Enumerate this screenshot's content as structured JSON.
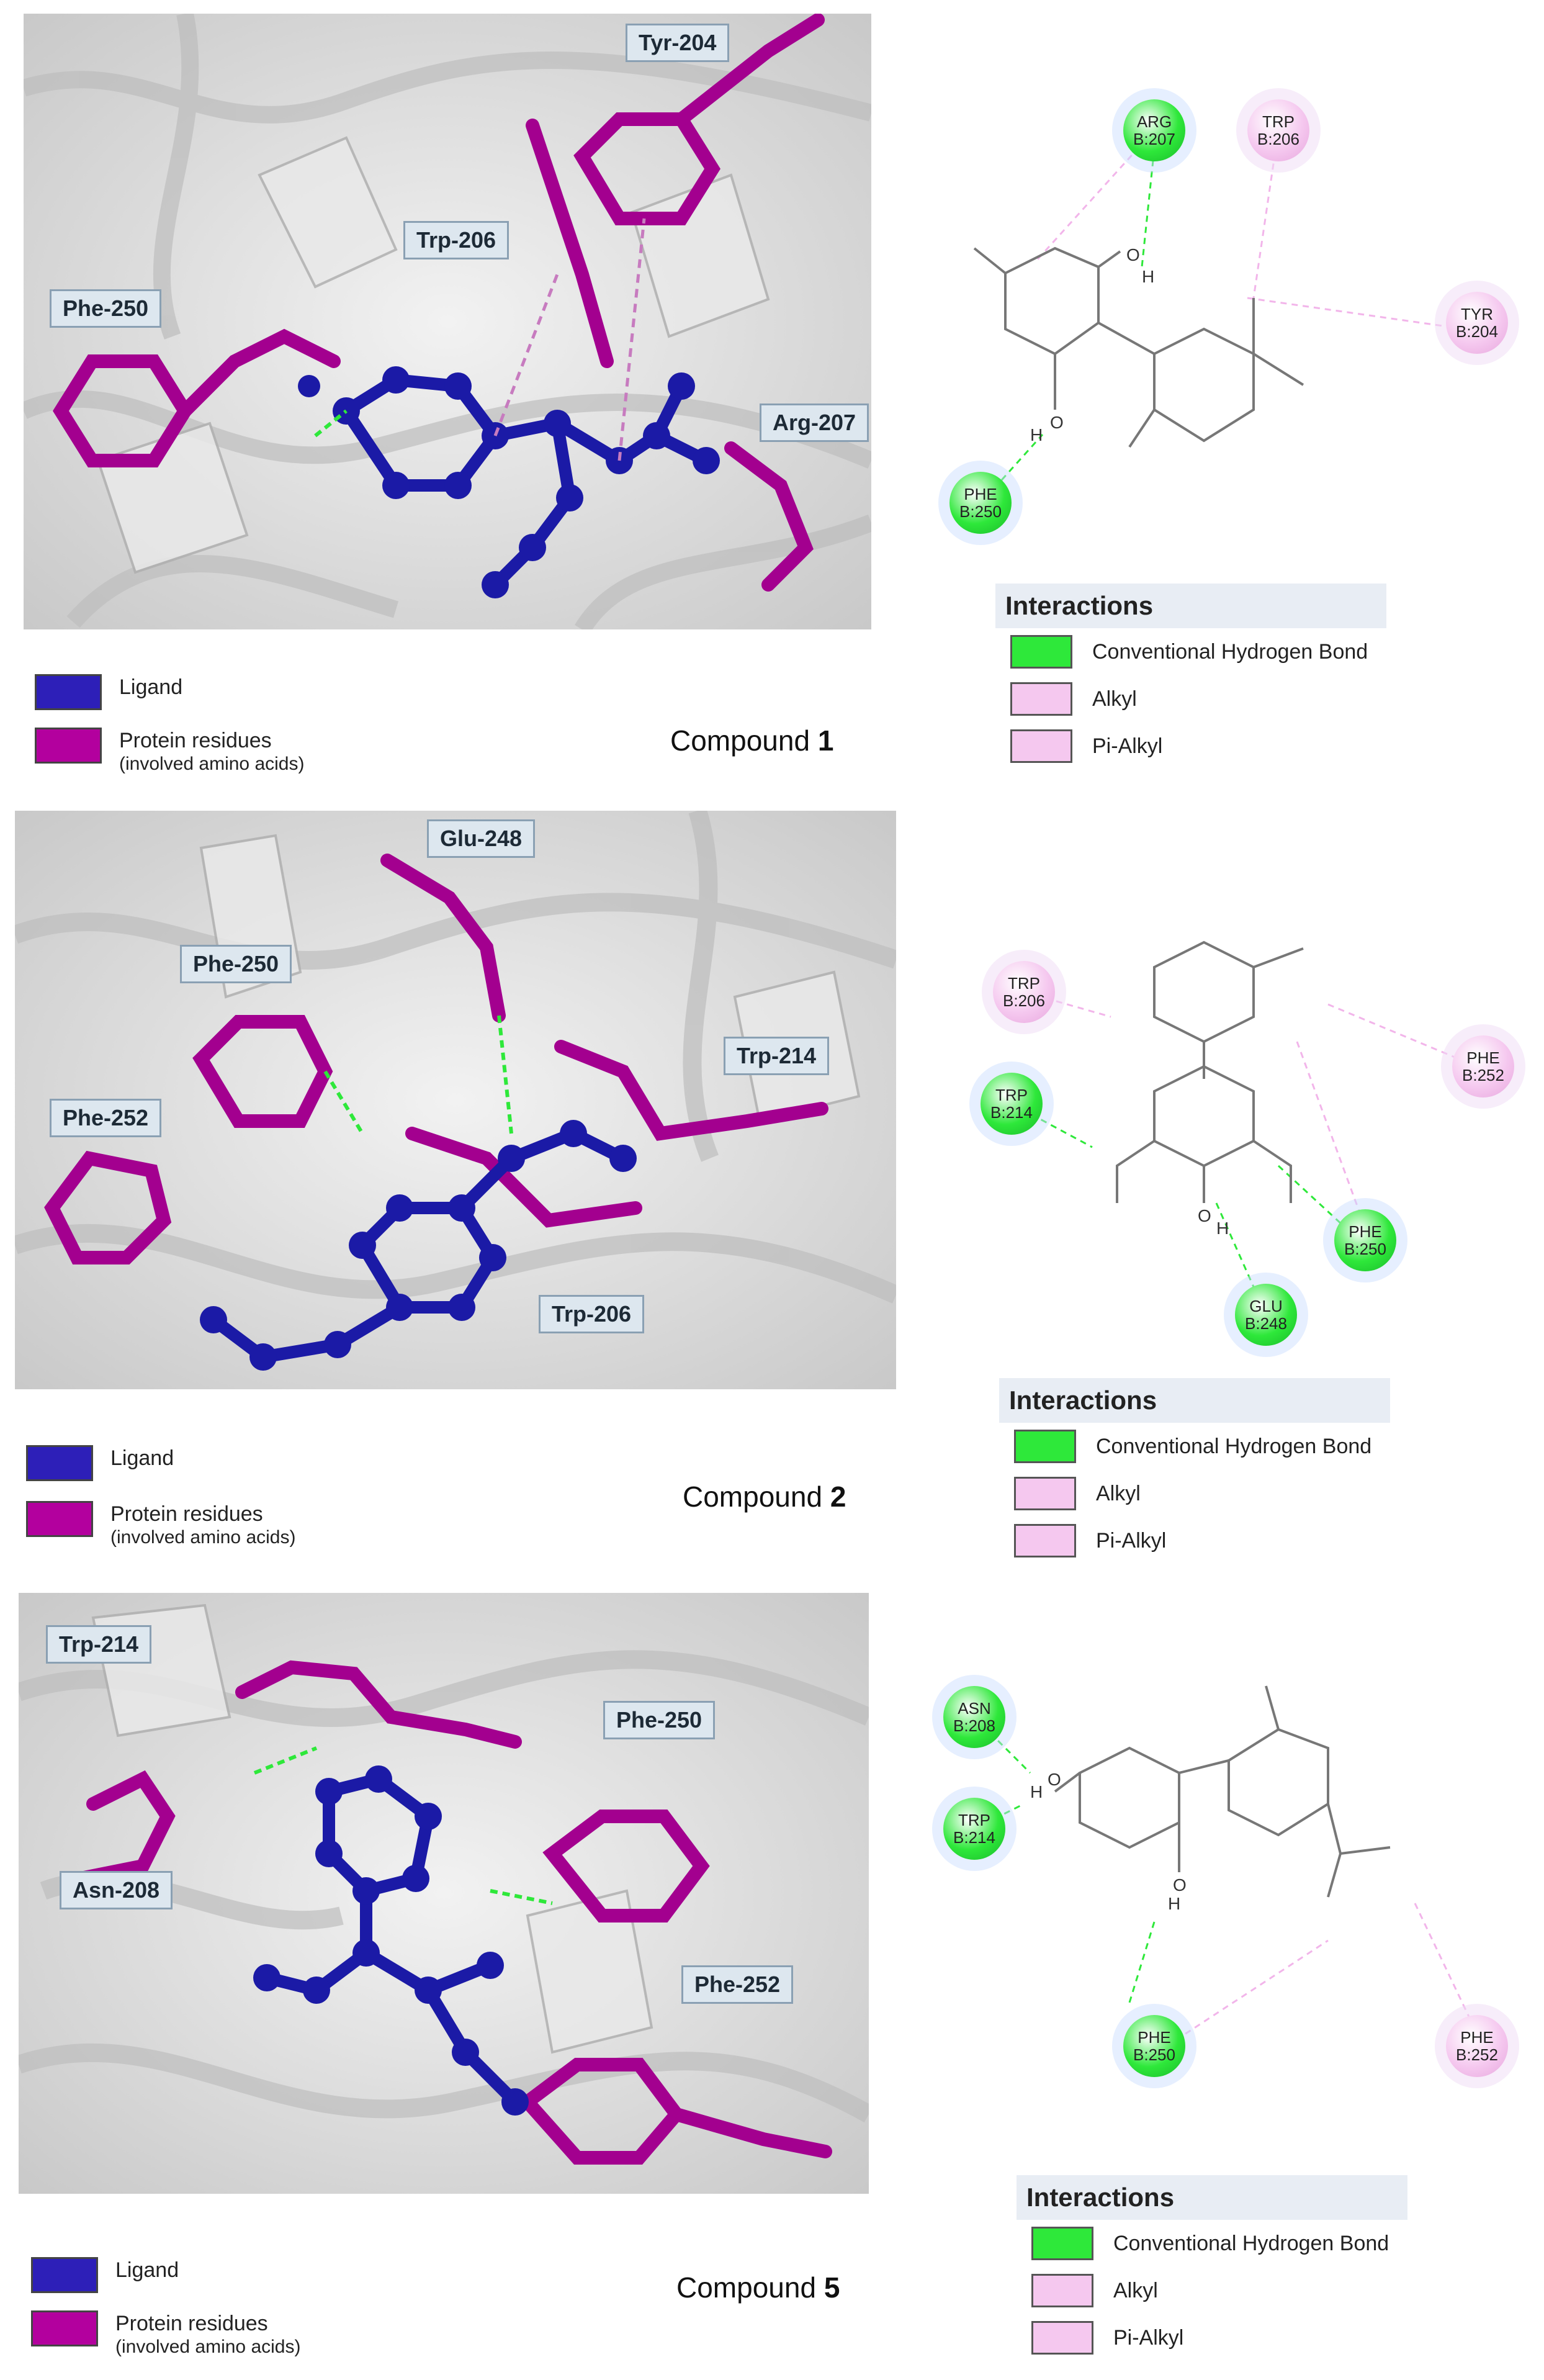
{
  "colors": {
    "ligand": "#2d1fb8",
    "protein": "#b3009e",
    "hbond": "#2ee83a",
    "alkyl": "#f5c8ef",
    "pialkyl": "#f5c8ef",
    "callout_bg": "#dde7ef",
    "interactions_bg": "#e8edf4"
  },
  "legend": {
    "ligand": "Ligand",
    "protein": "Protein residues",
    "protein_sub": "(involved amino acids)"
  },
  "interactions": {
    "title": "Interactions",
    "items": [
      "Conventional Hydrogen Bond",
      "Alkyl",
      "Pi-Alkyl"
    ]
  },
  "panels": [
    {
      "compound_prefix": "Compound",
      "compound_number": "1",
      "callouts": [
        "Tyr-204",
        "Trp-206",
        "Phe-250",
        "Arg-207"
      ],
      "residues": [
        {
          "name": "ARG",
          "chain": "B:207",
          "type": "hbond"
        },
        {
          "name": "TRP",
          "chain": "B:206",
          "type": "alkyl"
        },
        {
          "name": "TYR",
          "chain": "B:204",
          "type": "alkyl"
        },
        {
          "name": "PHE",
          "chain": "B:250",
          "type": "hbond"
        }
      ]
    },
    {
      "compound_prefix": "Compound",
      "compound_number": "2",
      "callouts": [
        "Glu-248",
        "Phe-250",
        "Trp-214",
        "Phe-252",
        "Trp-206"
      ],
      "residues": [
        {
          "name": "TRP",
          "chain": "B:206",
          "type": "alkyl"
        },
        {
          "name": "PHE",
          "chain": "B:252",
          "type": "alkyl"
        },
        {
          "name": "TRP",
          "chain": "B:214",
          "type": "hbond"
        },
        {
          "name": "PHE",
          "chain": "B:250",
          "type": "hbond"
        },
        {
          "name": "GLU",
          "chain": "B:248",
          "type": "hbond"
        }
      ]
    },
    {
      "compound_prefix": "Compound",
      "compound_number": "5",
      "callouts": [
        "Trp-214",
        "Phe-250",
        "Asn-208",
        "Phe-252"
      ],
      "residues": [
        {
          "name": "ASN",
          "chain": "B:208",
          "type": "hbond"
        },
        {
          "name": "TRP",
          "chain": "B:214",
          "type": "hbond"
        },
        {
          "name": "PHE",
          "chain": "B:250",
          "type": "hbond"
        },
        {
          "name": "PHE",
          "chain": "B:252",
          "type": "alkyl"
        }
      ]
    }
  ]
}
